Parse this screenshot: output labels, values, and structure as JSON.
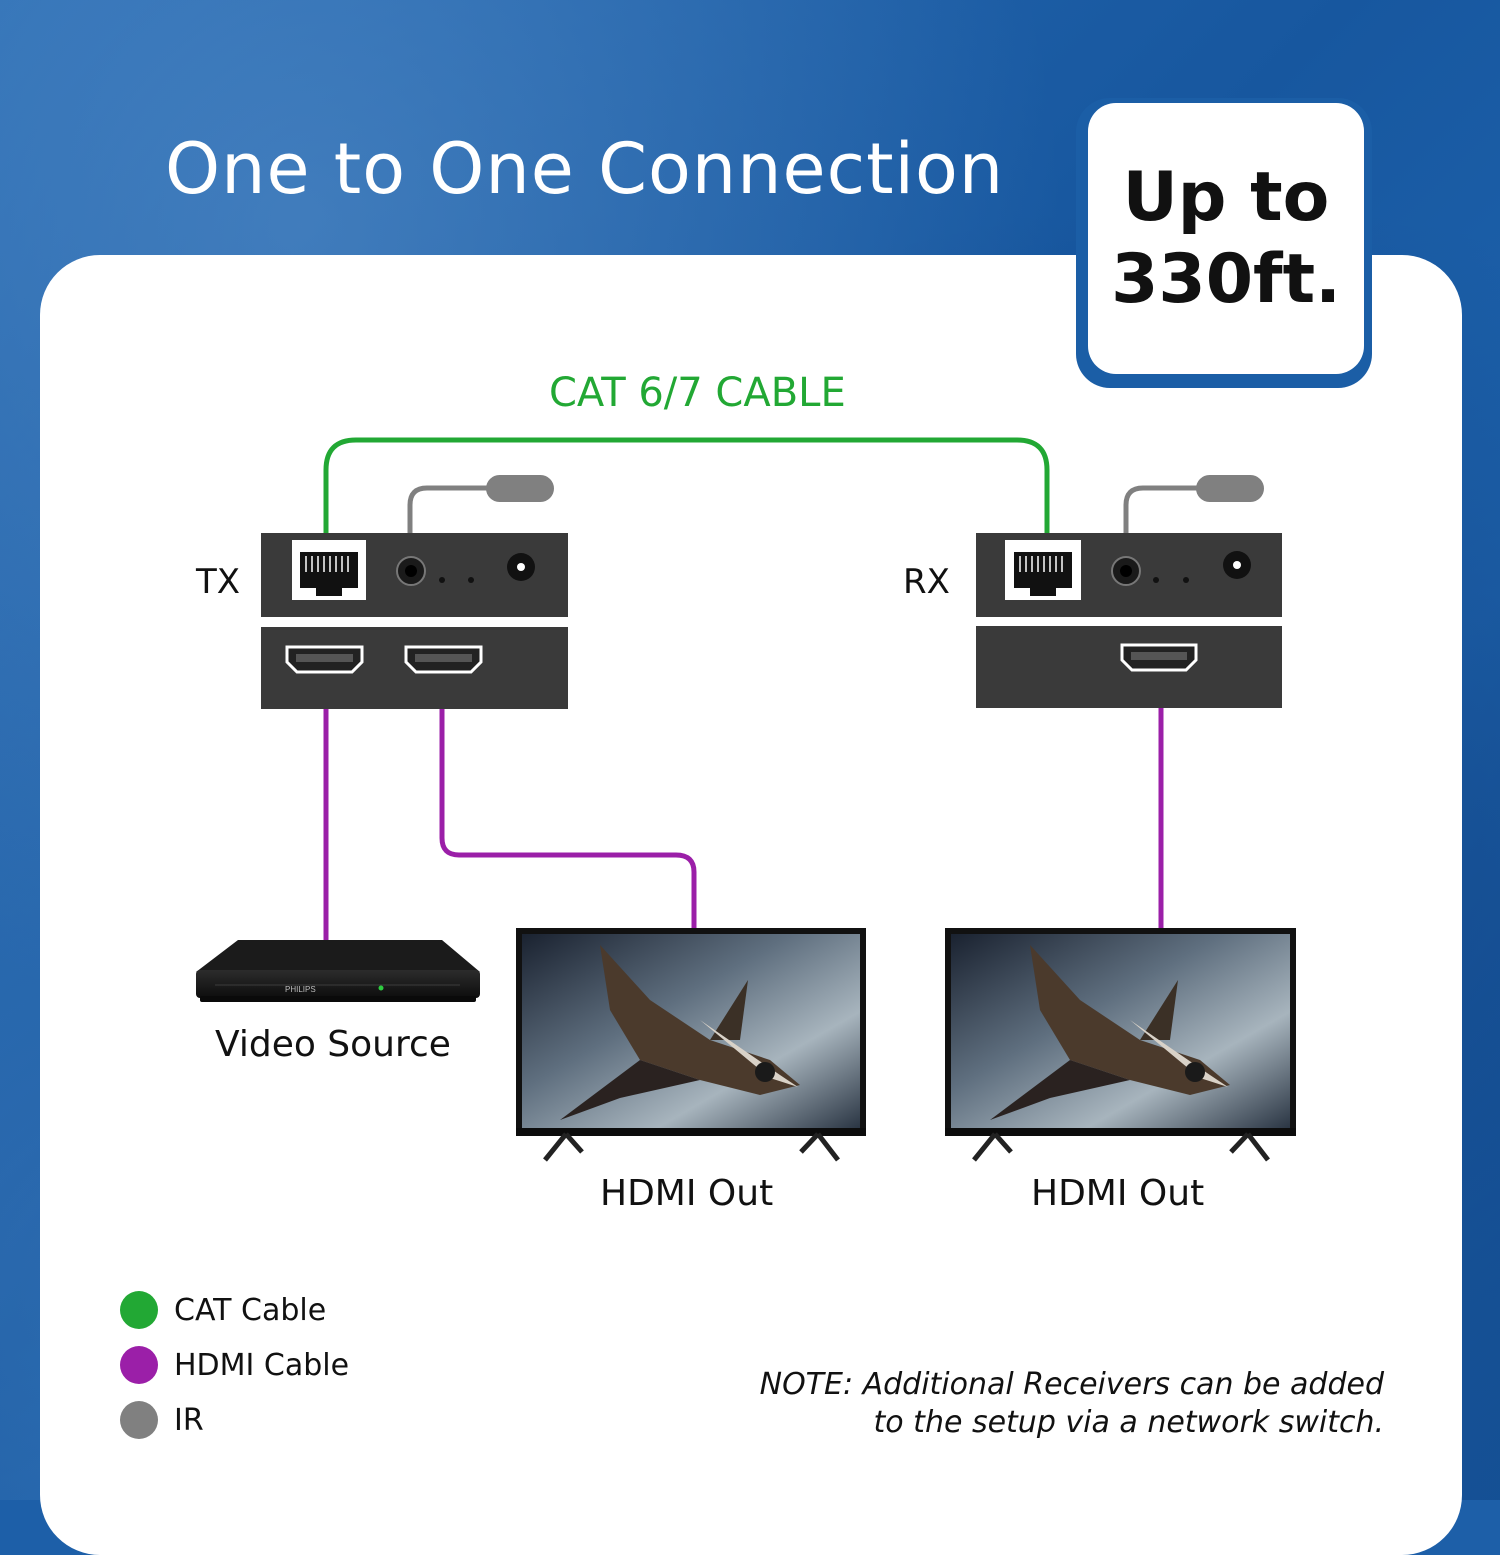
{
  "title": "One to One Connection",
  "badge": {
    "line1": "Up to",
    "line2": "330ft."
  },
  "cable_label": "CAT 6/7 CABLE",
  "devices": {
    "tx_label": "TX",
    "rx_label": "RX",
    "player_brand": "PHILIPS",
    "video_source_label": "Video Source",
    "tv1_label": "HDMI Out",
    "tv2_label": "HDMI Out"
  },
  "legend": {
    "cat": {
      "label": "CAT Cable",
      "color": "#22a834"
    },
    "hdmi": {
      "label": "HDMI Cable",
      "color": "#9b1fa8"
    },
    "ir": {
      "label": "IR",
      "color": "#808080"
    }
  },
  "note": {
    "line1": "NOTE: Additional Receivers can be added",
    "line2": "to the setup via a network switch."
  },
  "colors": {
    "background": "#1d5fa8",
    "device_body": "#3a3a3a"
  }
}
